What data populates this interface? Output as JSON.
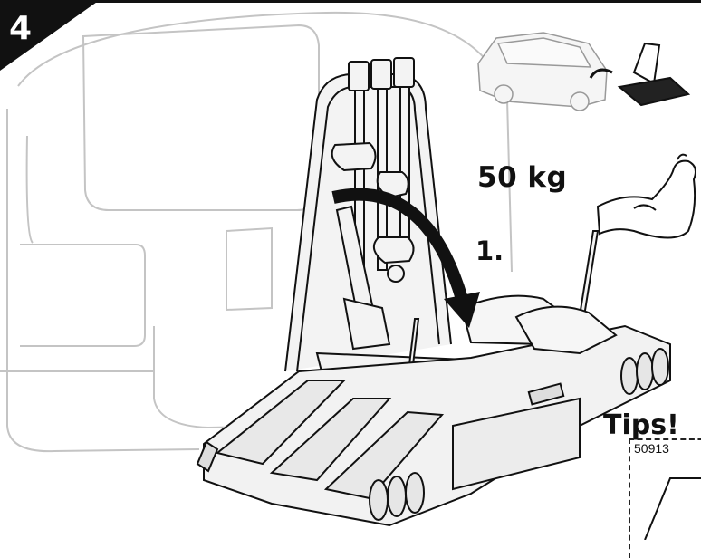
{
  "step": {
    "number": "4"
  },
  "load": {
    "weight": "50 kg"
  },
  "instruction": {
    "step_label": "1."
  },
  "tips": {
    "heading": "Tips!",
    "part_number": "50913"
  },
  "illustrations": {
    "car_icon": "car-icon",
    "muscle_icon": "flexed-arm-icon",
    "rack_icon": "bike-carrier-illustration",
    "arrow_icon": "curved-arrow-icon"
  },
  "colors": {
    "ink": "#111111",
    "vehicle_outline": "#bdbdbd",
    "rack_fill": "#f2f2f2"
  }
}
